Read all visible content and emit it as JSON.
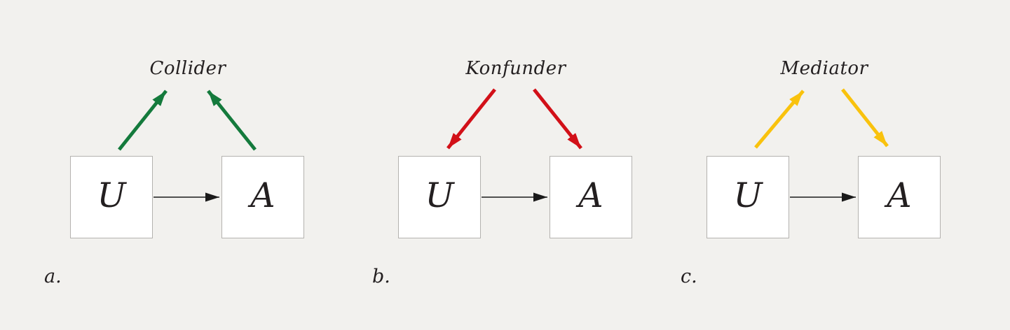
{
  "figure": {
    "description_labels": {
      "collider": "Collider",
      "confounder": "Konfunder",
      "mediator": "Mediator"
    }
  },
  "colors": {
    "background": "#f2f1ee",
    "node_fill": "#ffffff",
    "node_border": "#b4b2af",
    "text": "#231f20",
    "black_arrow": "#1a1a1a"
  },
  "panels": [
    {
      "caption": "a.",
      "top_label": "Collider",
      "left_node": "U",
      "right_node": "A",
      "arrow_color": "#147a3c",
      "diagonal_arrows": "U up to Collider, A up to Collider",
      "bottom_arrow": "U to A"
    },
    {
      "caption": "b.",
      "top_label": "Konfunder",
      "left_node": "U",
      "right_node": "A",
      "arrow_color": "#d21018",
      "diagonal_arrows": "Konfunder down to U, Konfunder down to A",
      "bottom_arrow": "U to A"
    },
    {
      "caption": "c.",
      "top_label": "Mediator",
      "left_node": "U",
      "right_node": "A",
      "arrow_color": "#f9c20d",
      "diagonal_arrows": "U up to Mediator, Mediator down to A",
      "bottom_arrow": "U to A"
    }
  ]
}
